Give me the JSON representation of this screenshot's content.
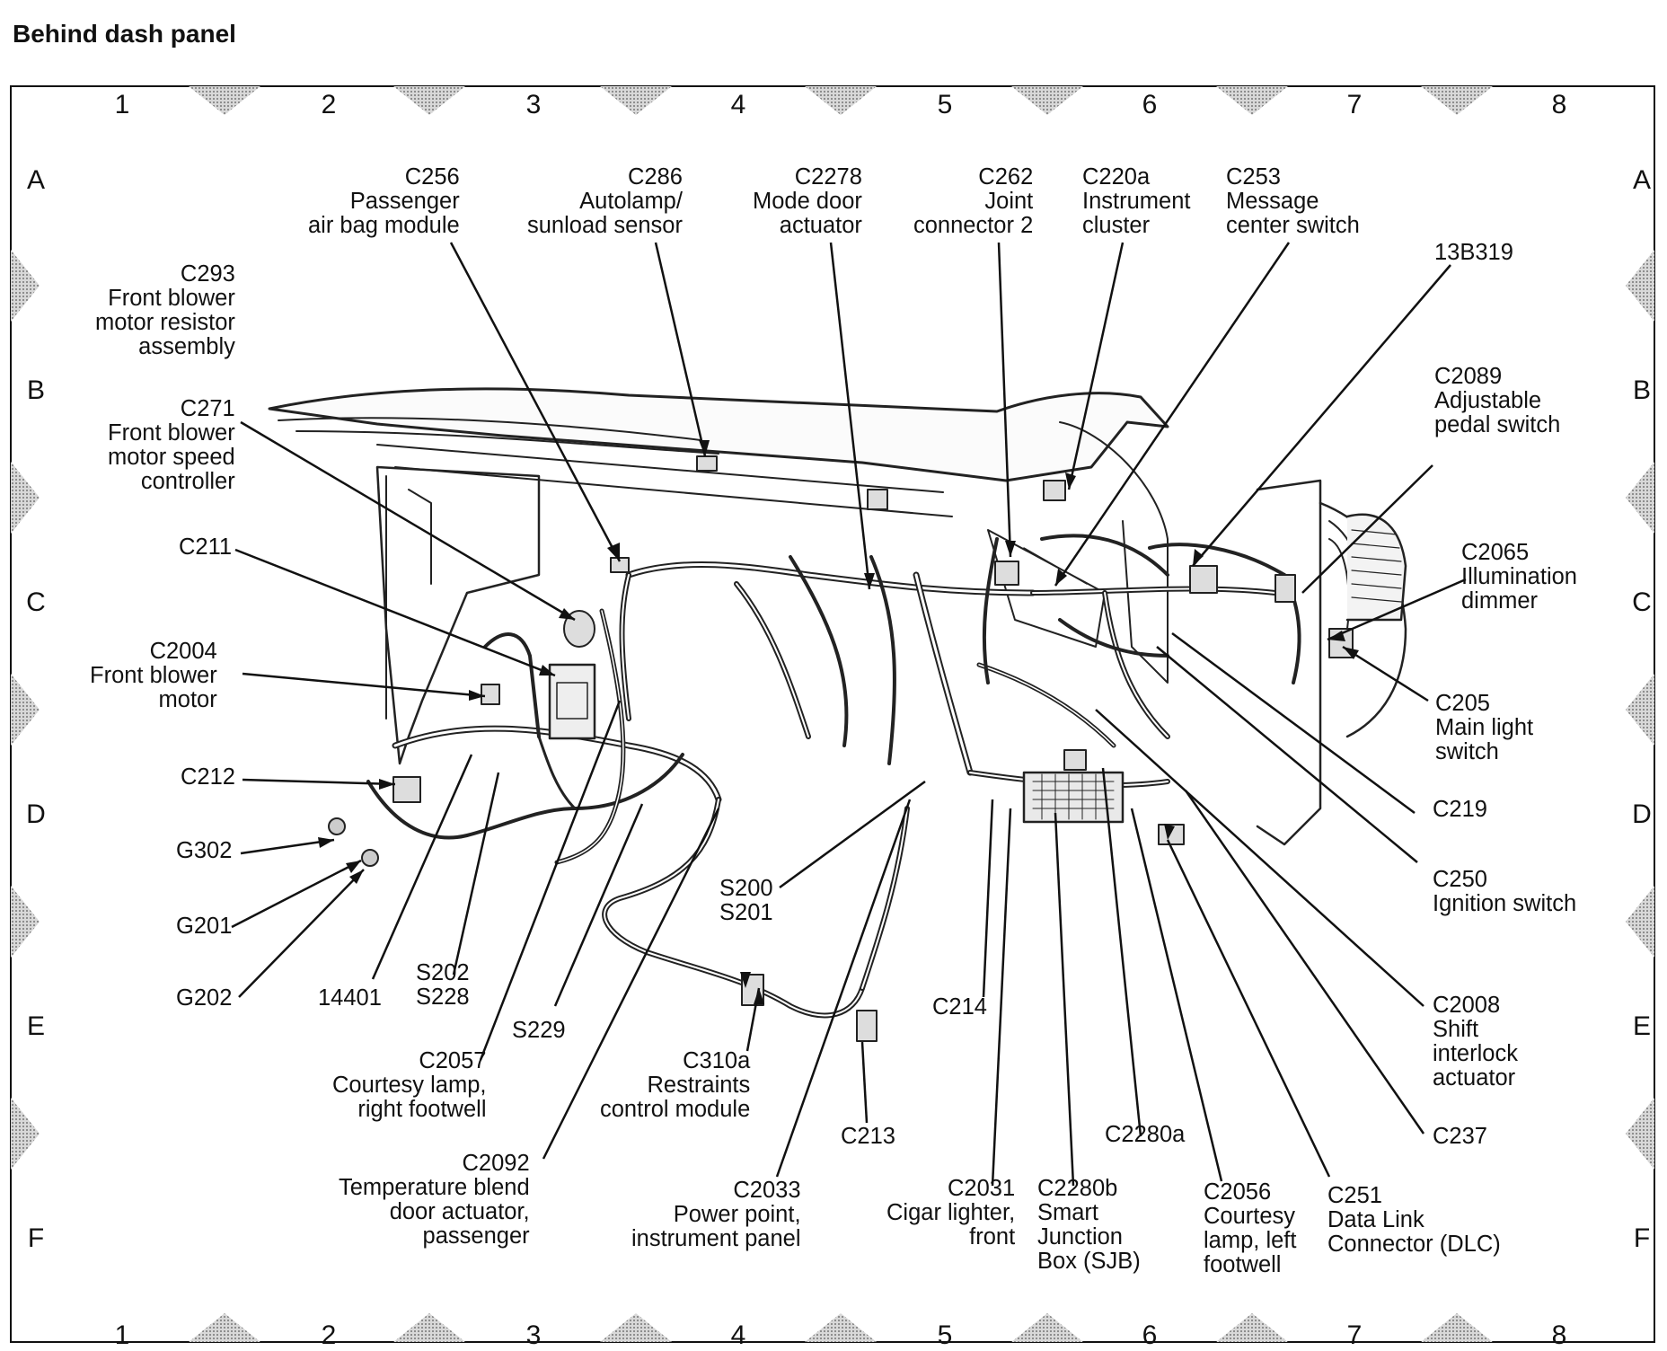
{
  "title": "Behind dash panel",
  "grid": {
    "columns": [
      "1",
      "2",
      "3",
      "4",
      "5",
      "6",
      "7",
      "8"
    ],
    "rows": [
      "A",
      "B",
      "C",
      "D",
      "E",
      "F"
    ]
  },
  "labels": [
    {
      "id": "C256",
      "lines": [
        "C256",
        "Passenger",
        "air bag module"
      ]
    },
    {
      "id": "C286",
      "lines": [
        "C286",
        "Autolamp/",
        "sunload sensor"
      ]
    },
    {
      "id": "C2278",
      "lines": [
        "C2278",
        "Mode door",
        "actuator"
      ]
    },
    {
      "id": "C262",
      "lines": [
        "C262",
        "Joint",
        "connector 2"
      ]
    },
    {
      "id": "C220a",
      "lines": [
        "C220a",
        "Instrument",
        "cluster"
      ]
    },
    {
      "id": "C253",
      "lines": [
        "C253",
        "Message",
        "center switch"
      ]
    },
    {
      "id": "13B319",
      "lines": [
        "13B319"
      ]
    },
    {
      "id": "C293",
      "lines": [
        "C293",
        "Front blower",
        "motor resistor",
        "assembly"
      ]
    },
    {
      "id": "C271",
      "lines": [
        "C271",
        "Front blower",
        "motor speed",
        "controller"
      ]
    },
    {
      "id": "C211",
      "lines": [
        "C211"
      ]
    },
    {
      "id": "C2004",
      "lines": [
        "C2004",
        "Front blower",
        "motor"
      ]
    },
    {
      "id": "C212",
      "lines": [
        "C212"
      ]
    },
    {
      "id": "G302",
      "lines": [
        "G302"
      ]
    },
    {
      "id": "G201",
      "lines": [
        "G201"
      ]
    },
    {
      "id": "G202",
      "lines": [
        "G202"
      ]
    },
    {
      "id": "14401",
      "lines": [
        "14401"
      ]
    },
    {
      "id": "S202",
      "lines": [
        "S202",
        "S228"
      ]
    },
    {
      "id": "S229",
      "lines": [
        "S229"
      ]
    },
    {
      "id": "C2057",
      "lines": [
        "C2057",
        "Courtesy lamp,",
        "right footwell"
      ]
    },
    {
      "id": "C2092",
      "lines": [
        "C2092",
        "Temperature blend",
        "door actuator,",
        "passenger"
      ]
    },
    {
      "id": "C310a",
      "lines": [
        "C310a",
        "Restraints",
        "control module"
      ]
    },
    {
      "id": "S200",
      "lines": [
        "S200",
        "S201"
      ]
    },
    {
      "id": "C213",
      "lines": [
        "C213"
      ]
    },
    {
      "id": "C2033",
      "lines": [
        "C2033",
        "Power point,",
        "instrument panel"
      ]
    },
    {
      "id": "C214",
      "lines": [
        "C214"
      ]
    },
    {
      "id": "C2031",
      "lines": [
        "C2031",
        "Cigar lighter,",
        "front"
      ]
    },
    {
      "id": "C2280b",
      "lines": [
        "C2280b",
        "Smart",
        "Junction",
        "Box (SJB)"
      ]
    },
    {
      "id": "C2280a",
      "lines": [
        "C2280a"
      ]
    },
    {
      "id": "C2056",
      "lines": [
        "C2056",
        "Courtesy",
        "lamp, left",
        "footwell"
      ]
    },
    {
      "id": "C251",
      "lines": [
        "C251",
        "Data Link",
        "Connector (DLC)"
      ]
    },
    {
      "id": "C237",
      "lines": [
        "C237"
      ]
    },
    {
      "id": "C2008",
      "lines": [
        "C2008",
        "Shift",
        "interlock",
        "actuator"
      ]
    },
    {
      "id": "C250",
      "lines": [
        "C250",
        "Ignition switch"
      ]
    },
    {
      "id": "C219",
      "lines": [
        "C219"
      ]
    },
    {
      "id": "C205",
      "lines": [
        "C205",
        "Main light",
        "switch"
      ]
    },
    {
      "id": "C2065",
      "lines": [
        "C2065",
        "Illumination",
        "dimmer"
      ]
    },
    {
      "id": "C2089",
      "lines": [
        "C2089",
        "Adjustable",
        "pedal switch"
      ]
    }
  ]
}
